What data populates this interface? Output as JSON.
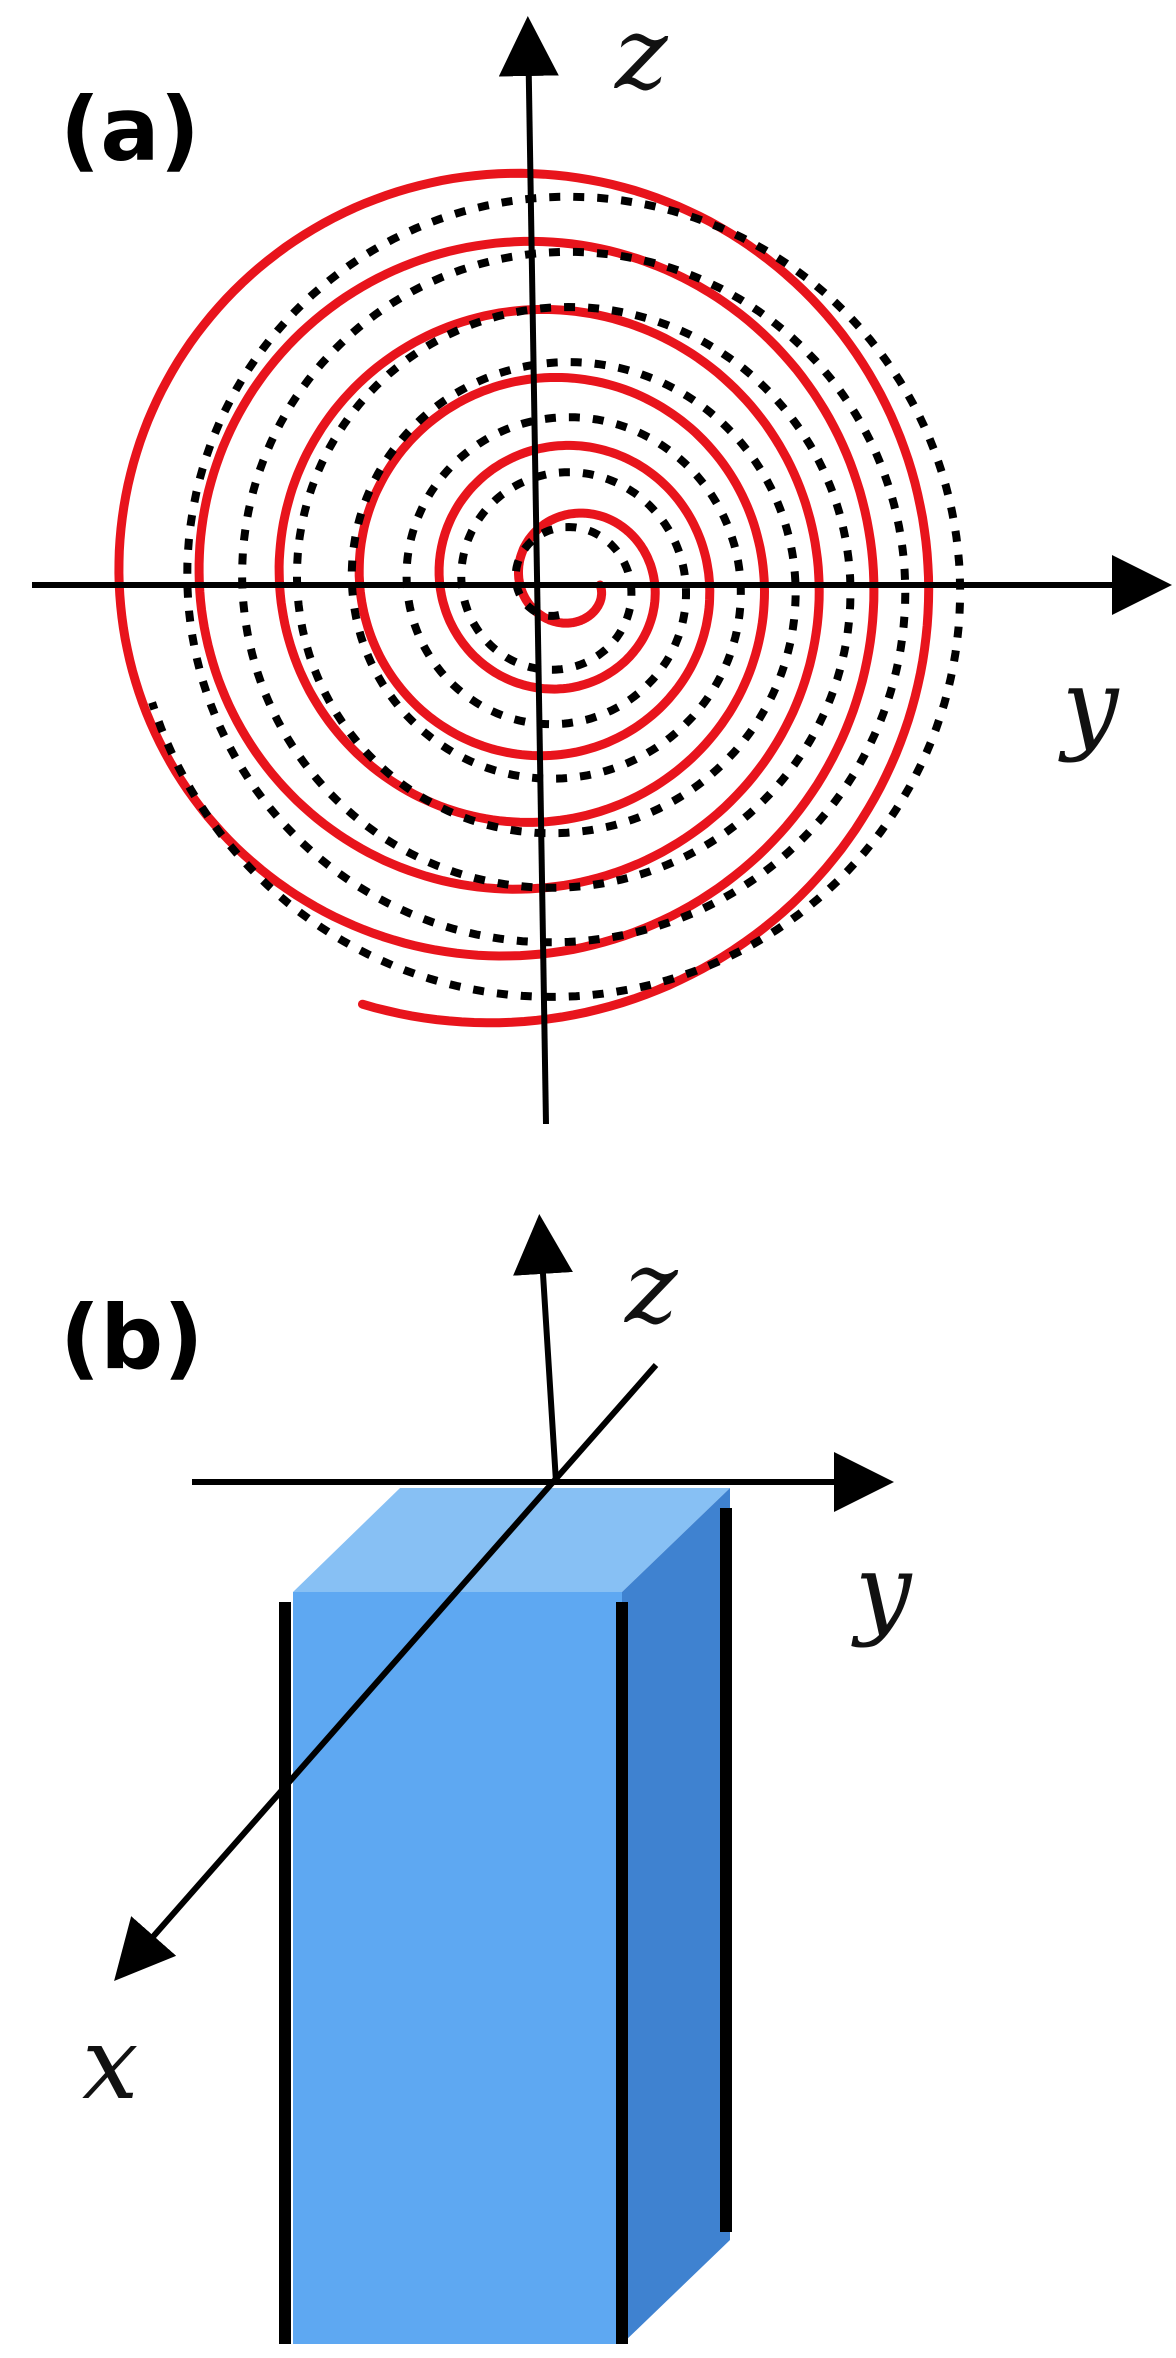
{
  "panels": [
    {
      "label": "(a)",
      "axes": {
        "horizontal": "y",
        "vertical": "z"
      },
      "curves": [
        {
          "style": "solid",
          "color": "#e8141c"
        },
        {
          "style": "dotted",
          "color": "#000000"
        }
      ]
    },
    {
      "label": "(b)",
      "axes": {
        "x": "x",
        "y": "y",
        "z": "z"
      },
      "block_colors": {
        "front": "#5ea8f2",
        "top": "#87c0f4",
        "side": "#3f82d0"
      }
    }
  ]
}
